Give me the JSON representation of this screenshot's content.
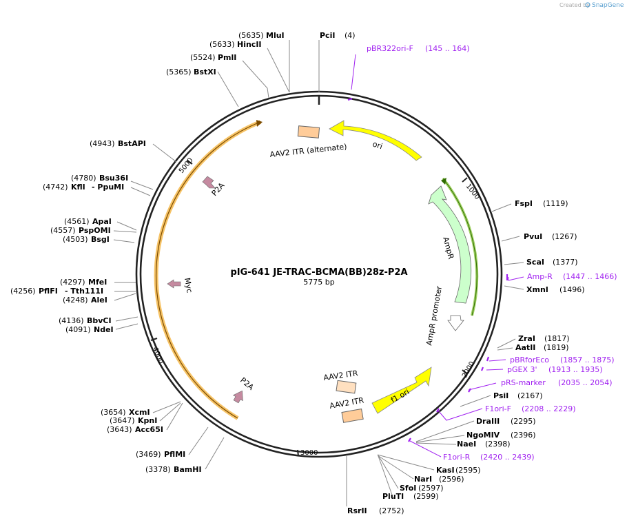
{
  "credit": {
    "prefix": "Created by",
    "brand": "SnapGene"
  },
  "map": {
    "name": "pIG-641 JE-TRAC-BCMA(BB)28z-P2A",
    "length_label": "5775 bp",
    "total_bp": 5775
  },
  "ticks": [
    "1000",
    "2000",
    "3000",
    "4000",
    "5000"
  ],
  "features": {
    "ori": "ori",
    "aav2_itr_alt": "AAV2 ITR (alternate)",
    "ampr": "AmpR",
    "ampr_promoter": "AmpR promoter",
    "f1_ori": "f1 ori",
    "aav2_itr_1": "AAV2 ITR",
    "aav2_itr_2": "AAV2 ITR",
    "p2a_top": "P2A",
    "myc": "Myc",
    "p2a_bottom": "P2A"
  },
  "sites": [
    {
      "name": "MluI",
      "pos": "(5635)"
    },
    {
      "name": "HincII",
      "pos": "(5633)"
    },
    {
      "name": "PmlI",
      "pos": "(5524)"
    },
    {
      "name": "BstXI",
      "pos": "(5365)"
    },
    {
      "name": "PciI",
      "pos": "(4)"
    },
    {
      "name": "pBR322ori-F",
      "pos": "(145 .. 164)"
    },
    {
      "name": "BstAPI",
      "pos": "(4943)"
    },
    {
      "name": "Bsu36I",
      "pos": "(4780)"
    },
    {
      "name": "KflI",
      "extra": "- PpuMI",
      "pos": "(4742)"
    },
    {
      "name": "ApaI",
      "pos": "(4561)"
    },
    {
      "name": "PspOMI",
      "pos": "(4557)"
    },
    {
      "name": "BsgI",
      "pos": "(4503)"
    },
    {
      "name": "MfeI",
      "pos": "(4297)"
    },
    {
      "name": "PflFI",
      "extra": "- Tth111I",
      "pos": "(4256)"
    },
    {
      "name": "AleI",
      "pos": "(4248)"
    },
    {
      "name": "BbvCI",
      "pos": "(4136)"
    },
    {
      "name": "NdeI",
      "pos": "(4091)"
    },
    {
      "name": "XcmI",
      "pos": "(3654)"
    },
    {
      "name": "KpnI",
      "pos": "(3647)"
    },
    {
      "name": "Acc65I",
      "pos": "(3643)"
    },
    {
      "name": "PflMI",
      "pos": "(3469)"
    },
    {
      "name": "BamHI",
      "pos": "(3378)"
    },
    {
      "name": "FspI",
      "pos": "(1119)"
    },
    {
      "name": "PvuI",
      "pos": "(1267)"
    },
    {
      "name": "ScaI",
      "pos": "(1377)"
    },
    {
      "name": "Amp-R",
      "pos": "(1447 .. 1466)"
    },
    {
      "name": "XmnI",
      "pos": "(1496)"
    },
    {
      "name": "ZraI",
      "pos": "(1817)"
    },
    {
      "name": "AatII",
      "pos": "(1819)"
    },
    {
      "name": "pBRforEco",
      "pos": "(1857 .. 1875)"
    },
    {
      "name": "pGEX 3'",
      "pos": "(1913 .. 1935)"
    },
    {
      "name": "pRS-marker",
      "pos": "(2035 .. 2054)"
    },
    {
      "name": "PsiI",
      "pos": "(2167)"
    },
    {
      "name": "F1ori-F",
      "pos": "(2208 .. 2229)"
    },
    {
      "name": "DraIII",
      "pos": "(2295)"
    },
    {
      "name": "NgoMIV",
      "pos": "(2396)"
    },
    {
      "name": "NaeI",
      "pos": "(2398)"
    },
    {
      "name": "F1ori-R",
      "pos": "(2420 .. 2439)"
    },
    {
      "name": "KasI",
      "pos": "(2595)"
    },
    {
      "name": "NarI",
      "pos": "(2596)"
    },
    {
      "name": "SfoI",
      "pos": "(2597)"
    },
    {
      "name": "PluTI",
      "pos": "(2599)"
    },
    {
      "name": "RsrII",
      "pos": "(2752)"
    }
  ],
  "colors": {
    "backbone": "#222222",
    "ori": "#ffff00",
    "itr": "#ffcc99",
    "ampr": "#ccffcc",
    "insert_line": "#f5b84b",
    "p2a": "#c58aa0",
    "primer": "#a020f0",
    "site": "#000000"
  }
}
